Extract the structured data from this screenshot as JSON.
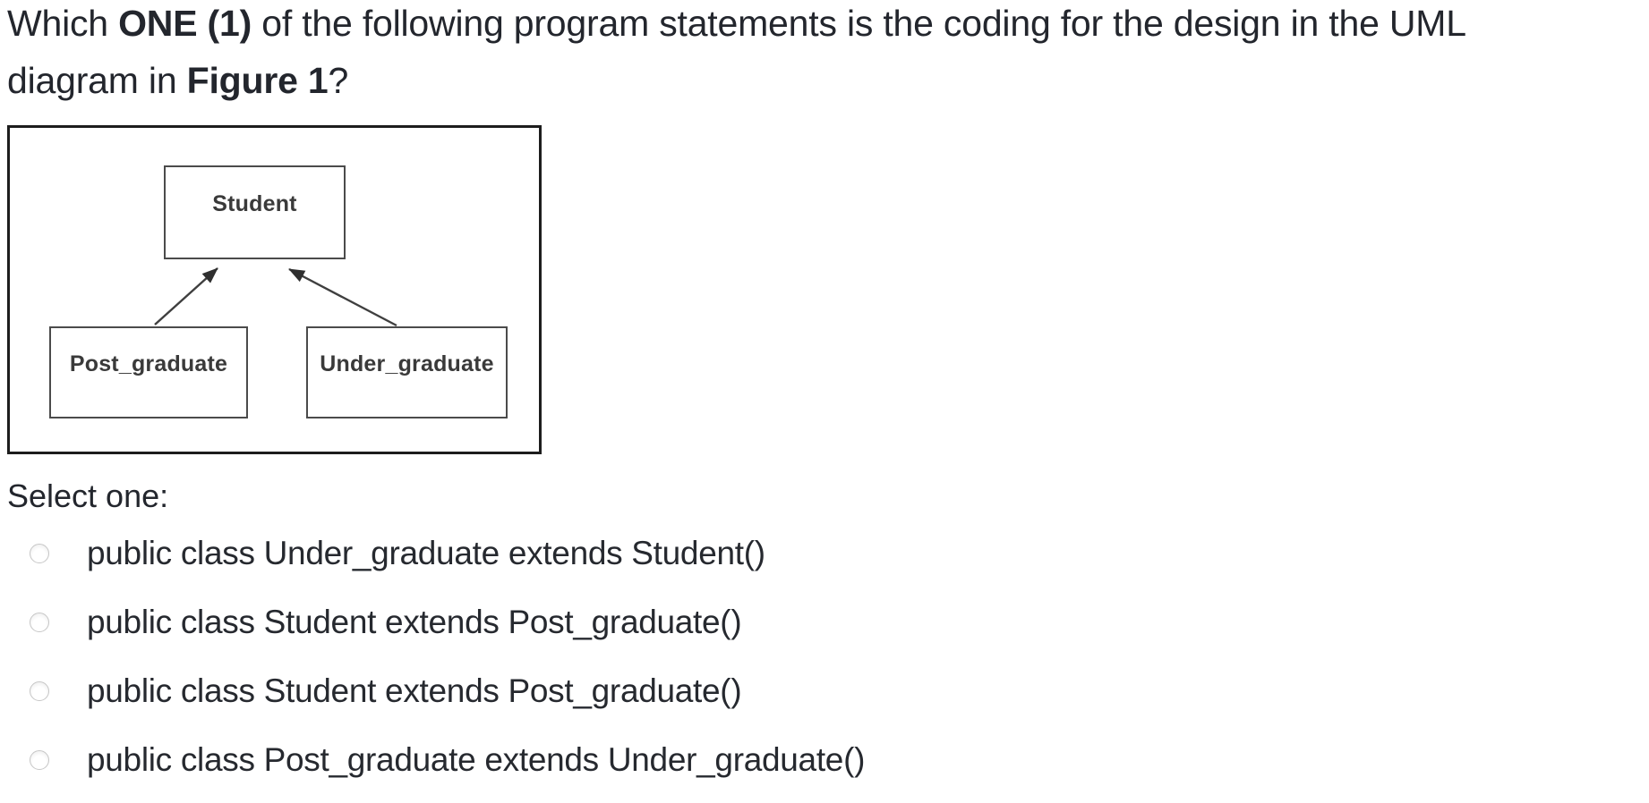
{
  "question": {
    "line1_prefix": "Which ",
    "line1_bold": "ONE (1)",
    "line1_rest": " of the following program statements is the coding for the design in the UML",
    "line2_prefix": "diagram in ",
    "line2_bold": "Figure 1",
    "line2_suffix": "?"
  },
  "figure": {
    "name": "Figure 1 UML class diagram",
    "parent_class": "Student",
    "child_class_left": "Post_graduate",
    "child_class_right": "Under_graduate",
    "relationship": "inheritance arrows from Post_graduate and Under_graduate pointing to Student"
  },
  "select_prompt": "Select one:",
  "options": [
    {
      "label": "public class Under_graduate extends Student()"
    },
    {
      "label": "public class Student extends Post_graduate()"
    },
    {
      "label": "public class Student extends Post_graduate()"
    },
    {
      "label": "public class Post_graduate extends Under_graduate()"
    }
  ],
  "colors": {
    "text": "#23262d",
    "figure_border": "#1d1d1d",
    "uml_box_border": "#4b4b4b",
    "arrow_stroke": "#3f3f3f",
    "radio_border": "#c6c6c6",
    "background": "#ffffff"
  }
}
